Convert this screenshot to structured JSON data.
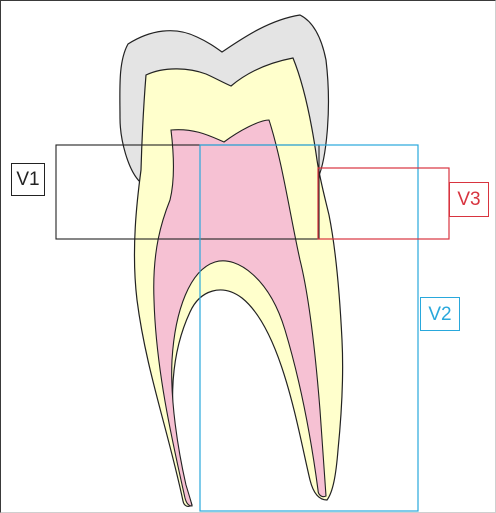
{
  "labels": {
    "v1": "V1",
    "v2": "V2",
    "v3": "V3"
  },
  "colors": {
    "enamel": "#e4e4e4",
    "dentin": "#ffffcc",
    "pulp": "#f6c1d3",
    "outline": "#222222",
    "v1": "#222222",
    "v2": "#29a8dc",
    "v3": "#d8343f"
  }
}
